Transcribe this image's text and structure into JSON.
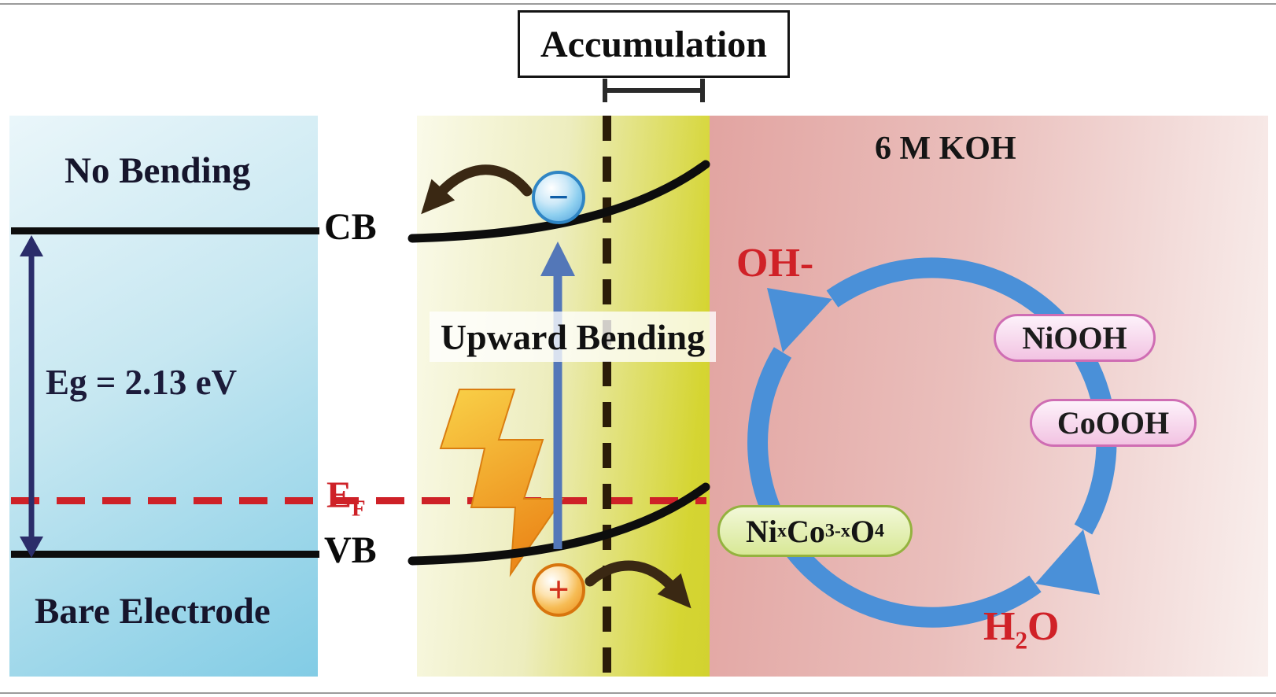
{
  "left_panel": {
    "title": "No Bending",
    "eg_label": "Eg = 2.13 eV",
    "footer": "Bare Electrode",
    "cb_label": "CB",
    "vb_label": "VB",
    "ef_main": "E",
    "ef_sub": "F"
  },
  "middle_panel": {
    "accumulation_label": "Accumulation",
    "bending_label": "Upward Bending",
    "electron_symbol": "−",
    "hole_symbol": "+"
  },
  "right_panel": {
    "electrolyte_label": "6 M KOH",
    "oh_label": "OH-",
    "h2o_pre": "H",
    "h2o_sub": "2",
    "h2o_post": "O",
    "pill_niooh": "NiOOH",
    "pill_coooh": "CoOOH",
    "catalyst_p1": "Ni",
    "catalyst_s1": "x",
    "catalyst_p2": "Co",
    "catalyst_s2": "3-x",
    "catalyst_p3": "O",
    "catalyst_s3": "4"
  },
  "colors": {
    "fermi_red": "#ce2127",
    "cycle_blue": "#4a90d8",
    "band_arrow_blue": "#5377b8",
    "carrier_arrow_brown": "#3a2813",
    "eg_arrow_navy": "#2b2d6a"
  }
}
